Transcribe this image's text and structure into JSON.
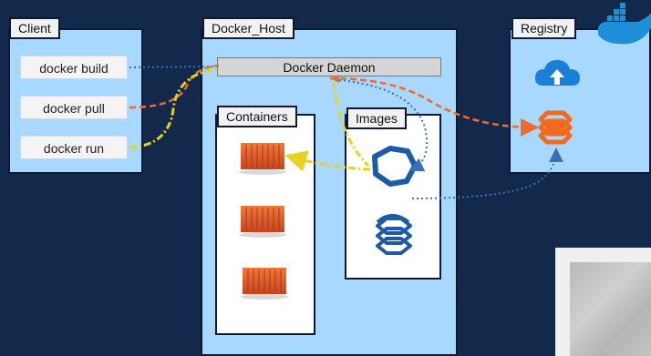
{
  "client": {
    "title": "Client",
    "buttons": [
      {
        "label": "docker build"
      },
      {
        "label": "docker pull"
      },
      {
        "label": "docker run"
      }
    ]
  },
  "host": {
    "title": "Docker_Host",
    "daemon": "Docker Daemon",
    "containers_title": "Containers",
    "images_title": "Images"
  },
  "registry": {
    "title": "Registry"
  },
  "colors": {
    "background": "#13294b",
    "panel": "#a8d8ff",
    "container": "#e8552a",
    "image_icon": "#1d5aa8",
    "registry_stack": "#f26a1b",
    "cloud": "#1a7fd6",
    "build_line": "#3b6fb6",
    "pull_line": "#f06a2a",
    "run_line": "#e6d21f"
  },
  "icons": [
    "docker-whale-icon",
    "cloud-upload-icon",
    "registry-stack-icon",
    "image-hexagon-icon",
    "image-stack-icon",
    "shipping-container-icon"
  ]
}
